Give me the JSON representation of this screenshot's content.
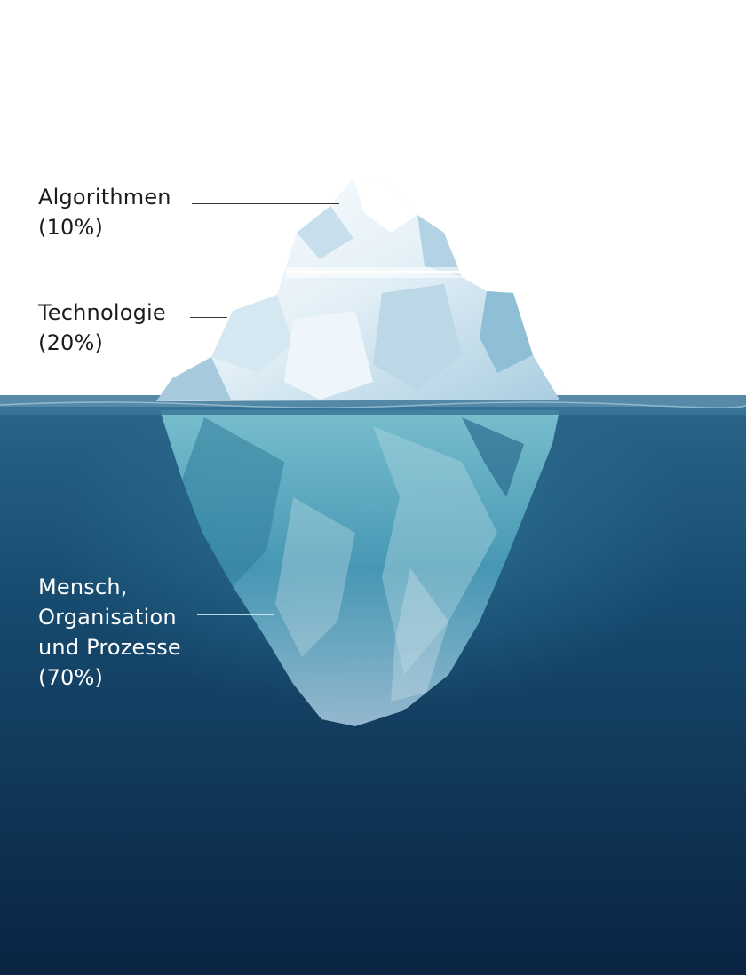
{
  "labels": [
    {
      "lines": [
        "Algorithmen",
        "(10%)"
      ]
    },
    {
      "lines": [
        "Technologie",
        "(20%)"
      ]
    },
    {
      "lines": [
        "Mensch,",
        "Organisation",
        "und Prozesse",
        "(70%)"
      ]
    }
  ],
  "colors": {
    "sky": "#ffffff",
    "water_surface": "#2a6488",
    "water_deep": "#0a2342",
    "ice_light": "#f2f8fc",
    "ice_shadow": "#9fc6dc",
    "ice_underwater": "#4fa7bf",
    "text_dark": "#1c1c1c",
    "text_light": "#ffffff"
  }
}
